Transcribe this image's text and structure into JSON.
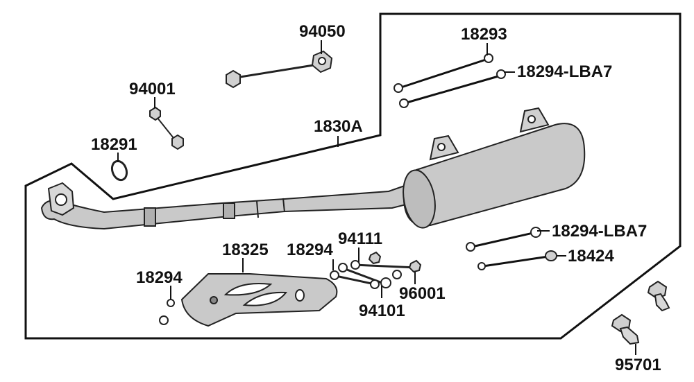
{
  "colors": {
    "part_fill": "#c9c9c9",
    "line": "#111111",
    "background": "#ffffff"
  },
  "labels": {
    "p94050": "94050",
    "p94001": "94001",
    "p18291": "18291",
    "p1830A": "1830A",
    "p18293": "18293",
    "p18294_LBA7_top": "18294-LBA7",
    "p18294_LBA7_mid": "18294-LBA7",
    "p18424": "18424",
    "p18325": "18325",
    "p18294_mid": "18294",
    "p94111": "94111",
    "p18294_left": "18294",
    "p96001": "96001",
    "p94101": "94101",
    "p95701": "95701"
  }
}
